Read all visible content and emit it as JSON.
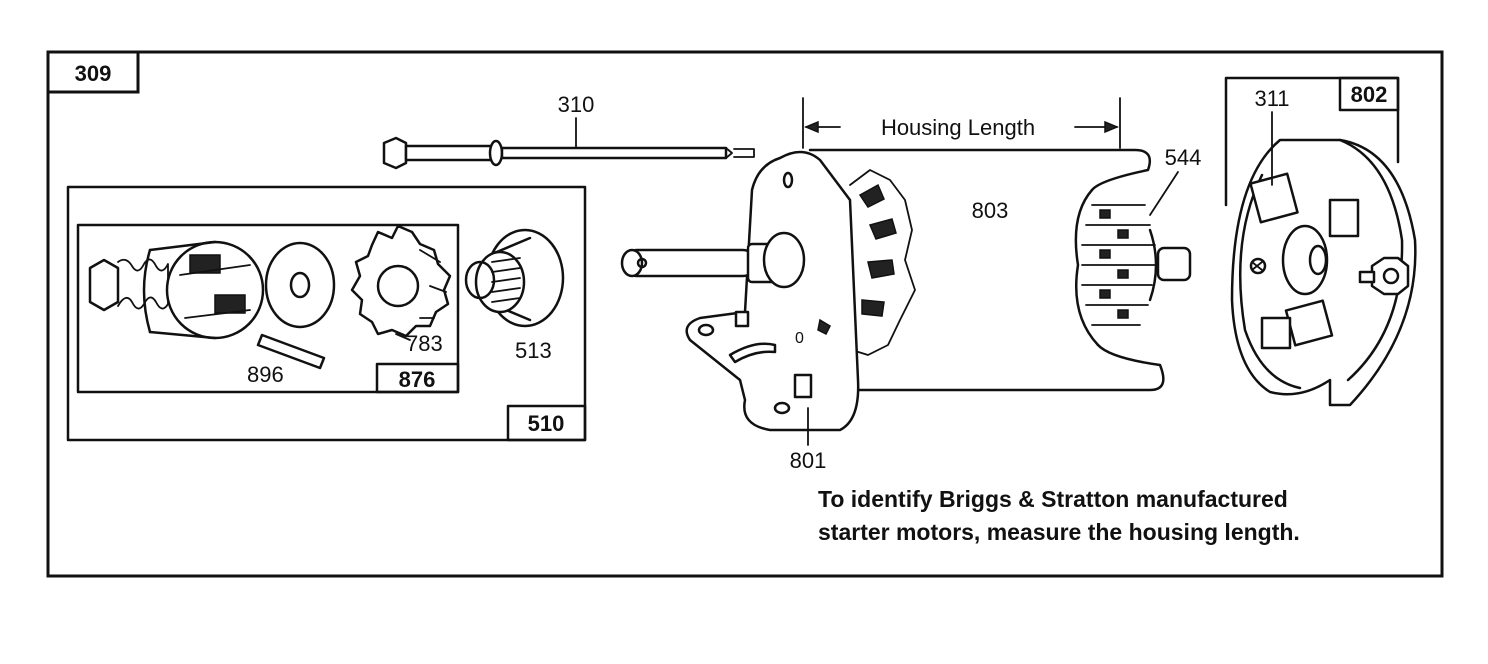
{
  "diagram_number": "309",
  "housing_length_label": "Housing Length",
  "note_lines": [
    "To identify Briggs & Stratton manufactured",
    "starter motors, measure the housing length."
  ],
  "box_labels": {
    "drive_assembly": "510",
    "drive_kit": "876",
    "end_cap_kit": "802"
  },
  "part_labels": {
    "through_bolt": "310",
    "nut": "311",
    "commutator": "544",
    "housing": "803",
    "drive_end_cap": "801",
    "clutch": "513",
    "gear": "783",
    "roll_pin": "896"
  }
}
